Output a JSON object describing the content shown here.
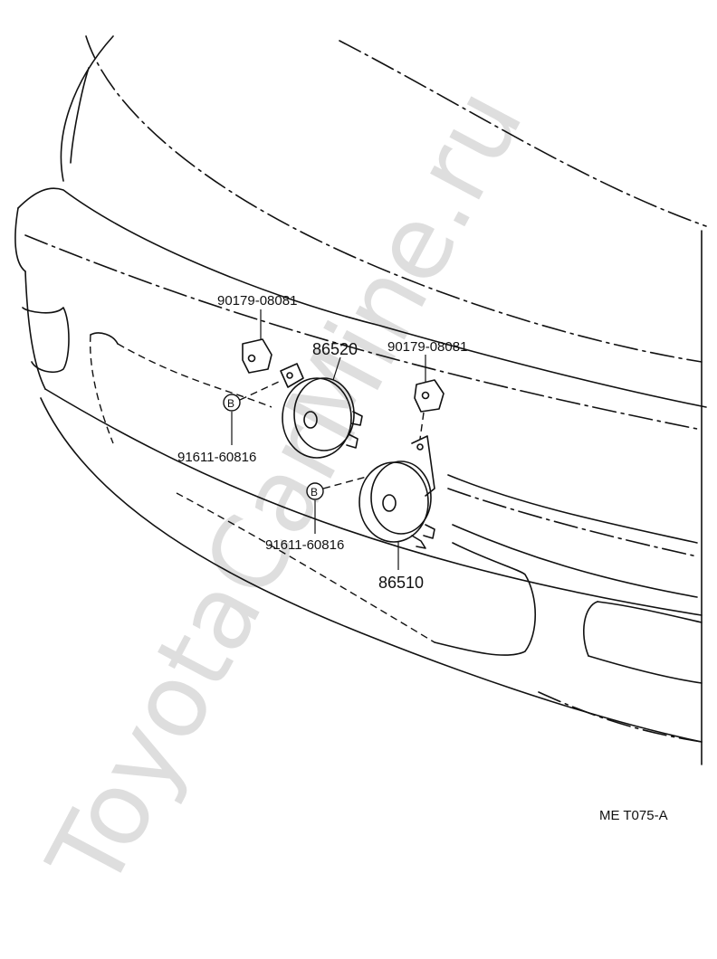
{
  "watermark": "ToyotaCarMine.ru",
  "labels": {
    "clip_left": "90179-08081",
    "clip_right": "90179-08081",
    "horn_high": "86520",
    "horn_low": "86510",
    "bolt_left": "91611-60816",
    "bolt_right": "91611-60816",
    "bolt_marker_left": "B",
    "bolt_marker_right": "B"
  },
  "figure_code": "ME T075-A"
}
